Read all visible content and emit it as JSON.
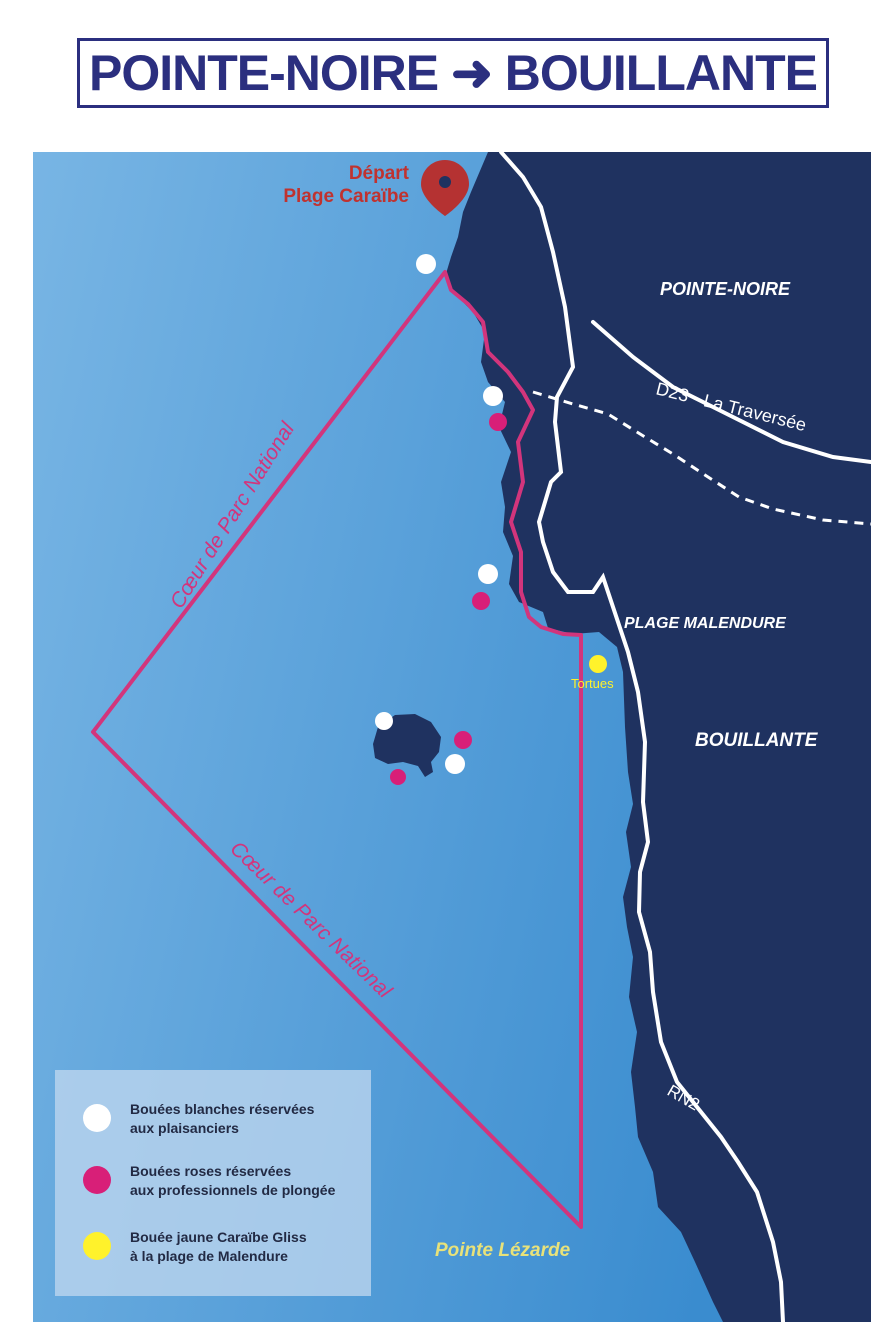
{
  "title": "POINTE-NOIRE ➜ BOUILLANTE",
  "colors": {
    "title": "#2b2f7f",
    "land": "#1f3260",
    "sea_light": "#71b0e1",
    "sea_dark": "#3e8fd0",
    "park_border": "#d2357c",
    "road": "#ffffff",
    "depart": "#c0322f",
    "pointe_lezarde": "#e8e27a"
  },
  "depart": {
    "line1": "Départ",
    "line2": "Plage Caraïbe",
    "icon": "map-pin-icon"
  },
  "places": {
    "pointe_noire": "POINTE-NOIRE",
    "road_d23": "D23 - La Traversée",
    "plage_malendure": "PLAGE MALENDURE",
    "tortues": "Tortues",
    "bouillante": "BOUILLANTE",
    "rn2": "RN2",
    "pointe_lezarde": "Pointe Lézarde"
  },
  "park": {
    "label_top": "Cœur de Parc National",
    "label_bottom": "Cœur de Parc National"
  },
  "legend": [
    {
      "color": "#ffffff",
      "line1": "Bouées blanches réservées",
      "line2": "aux plaisanciers"
    },
    {
      "color": "#d81f78",
      "line1": "Bouées roses réservées",
      "line2": "aux professionnels de plongée"
    },
    {
      "color": "#fff22b",
      "line1": "Bouée jaune Caraïbe Gliss",
      "line2": "à la plage de Malendure"
    }
  ]
}
